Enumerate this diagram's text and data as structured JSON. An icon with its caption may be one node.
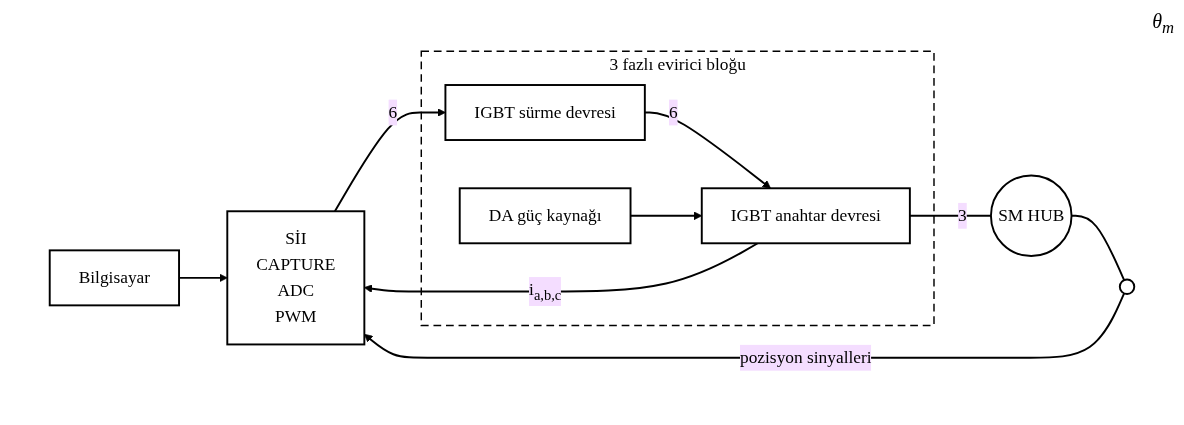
{
  "diagram": {
    "nodes": [
      {
        "text": [
          "Bilgisayar"
        ]
      },
      {
        "text": [
          "SİI",
          "CAPTURE",
          "ADC",
          "PWM"
        ]
      },
      {
        "text": [
          "3 fazlı evirici bloğu"
        ]
      },
      {
        "text": [
          "DA güç kaynağı"
        ],
        "in": 2
      },
      {
        "text": [
          "IGBT sürme devresi"
        ],
        "in": 2
      },
      {
        "text": [
          "IGBT anahtar devresi"
        ],
        "in": 2
      },
      {
        "text": [
          "SM HUB"
        ]
      },
      {
        "text": [],
        "shape": "circle"
      }
    ],
    "edges": [
      {
        "from": 0,
        "to": 1,
        "arrow": "to"
      },
      {
        "from": 1,
        "to": 4,
        "label": "6",
        "arrow": "to"
      },
      {
        "from": 4,
        "to": 5,
        "label": "6",
        "arrow": "to"
      },
      {
        "from": 3,
        "to": 5,
        "arrow": "to"
      },
      {
        "from": 5,
        "to": 6,
        "label": "3",
        "arrow": "none"
      },
      {
        "from": 6,
        "to": 7,
        "arrow": "none"
      },
      {
        "from": 5,
        "to": 1,
        "label": "i$_{a,b,c}$",
        "arrow": "to"
      },
      {
        "from": 7,
        "to": 1,
        "label": "pozisyon sinyalleri",
        "arrow": "to"
      }
    ],
    "labels": [
      "θ$_{m}$"
    ]
  }
}
